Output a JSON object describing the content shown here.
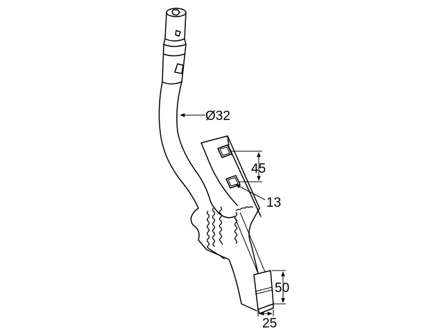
{
  "diagram": {
    "dimensions": {
      "tube_diameter": "Ø32",
      "hole_spacing": "45",
      "hole_size": "13",
      "tip_length": "50",
      "tip_width": "25"
    }
  }
}
